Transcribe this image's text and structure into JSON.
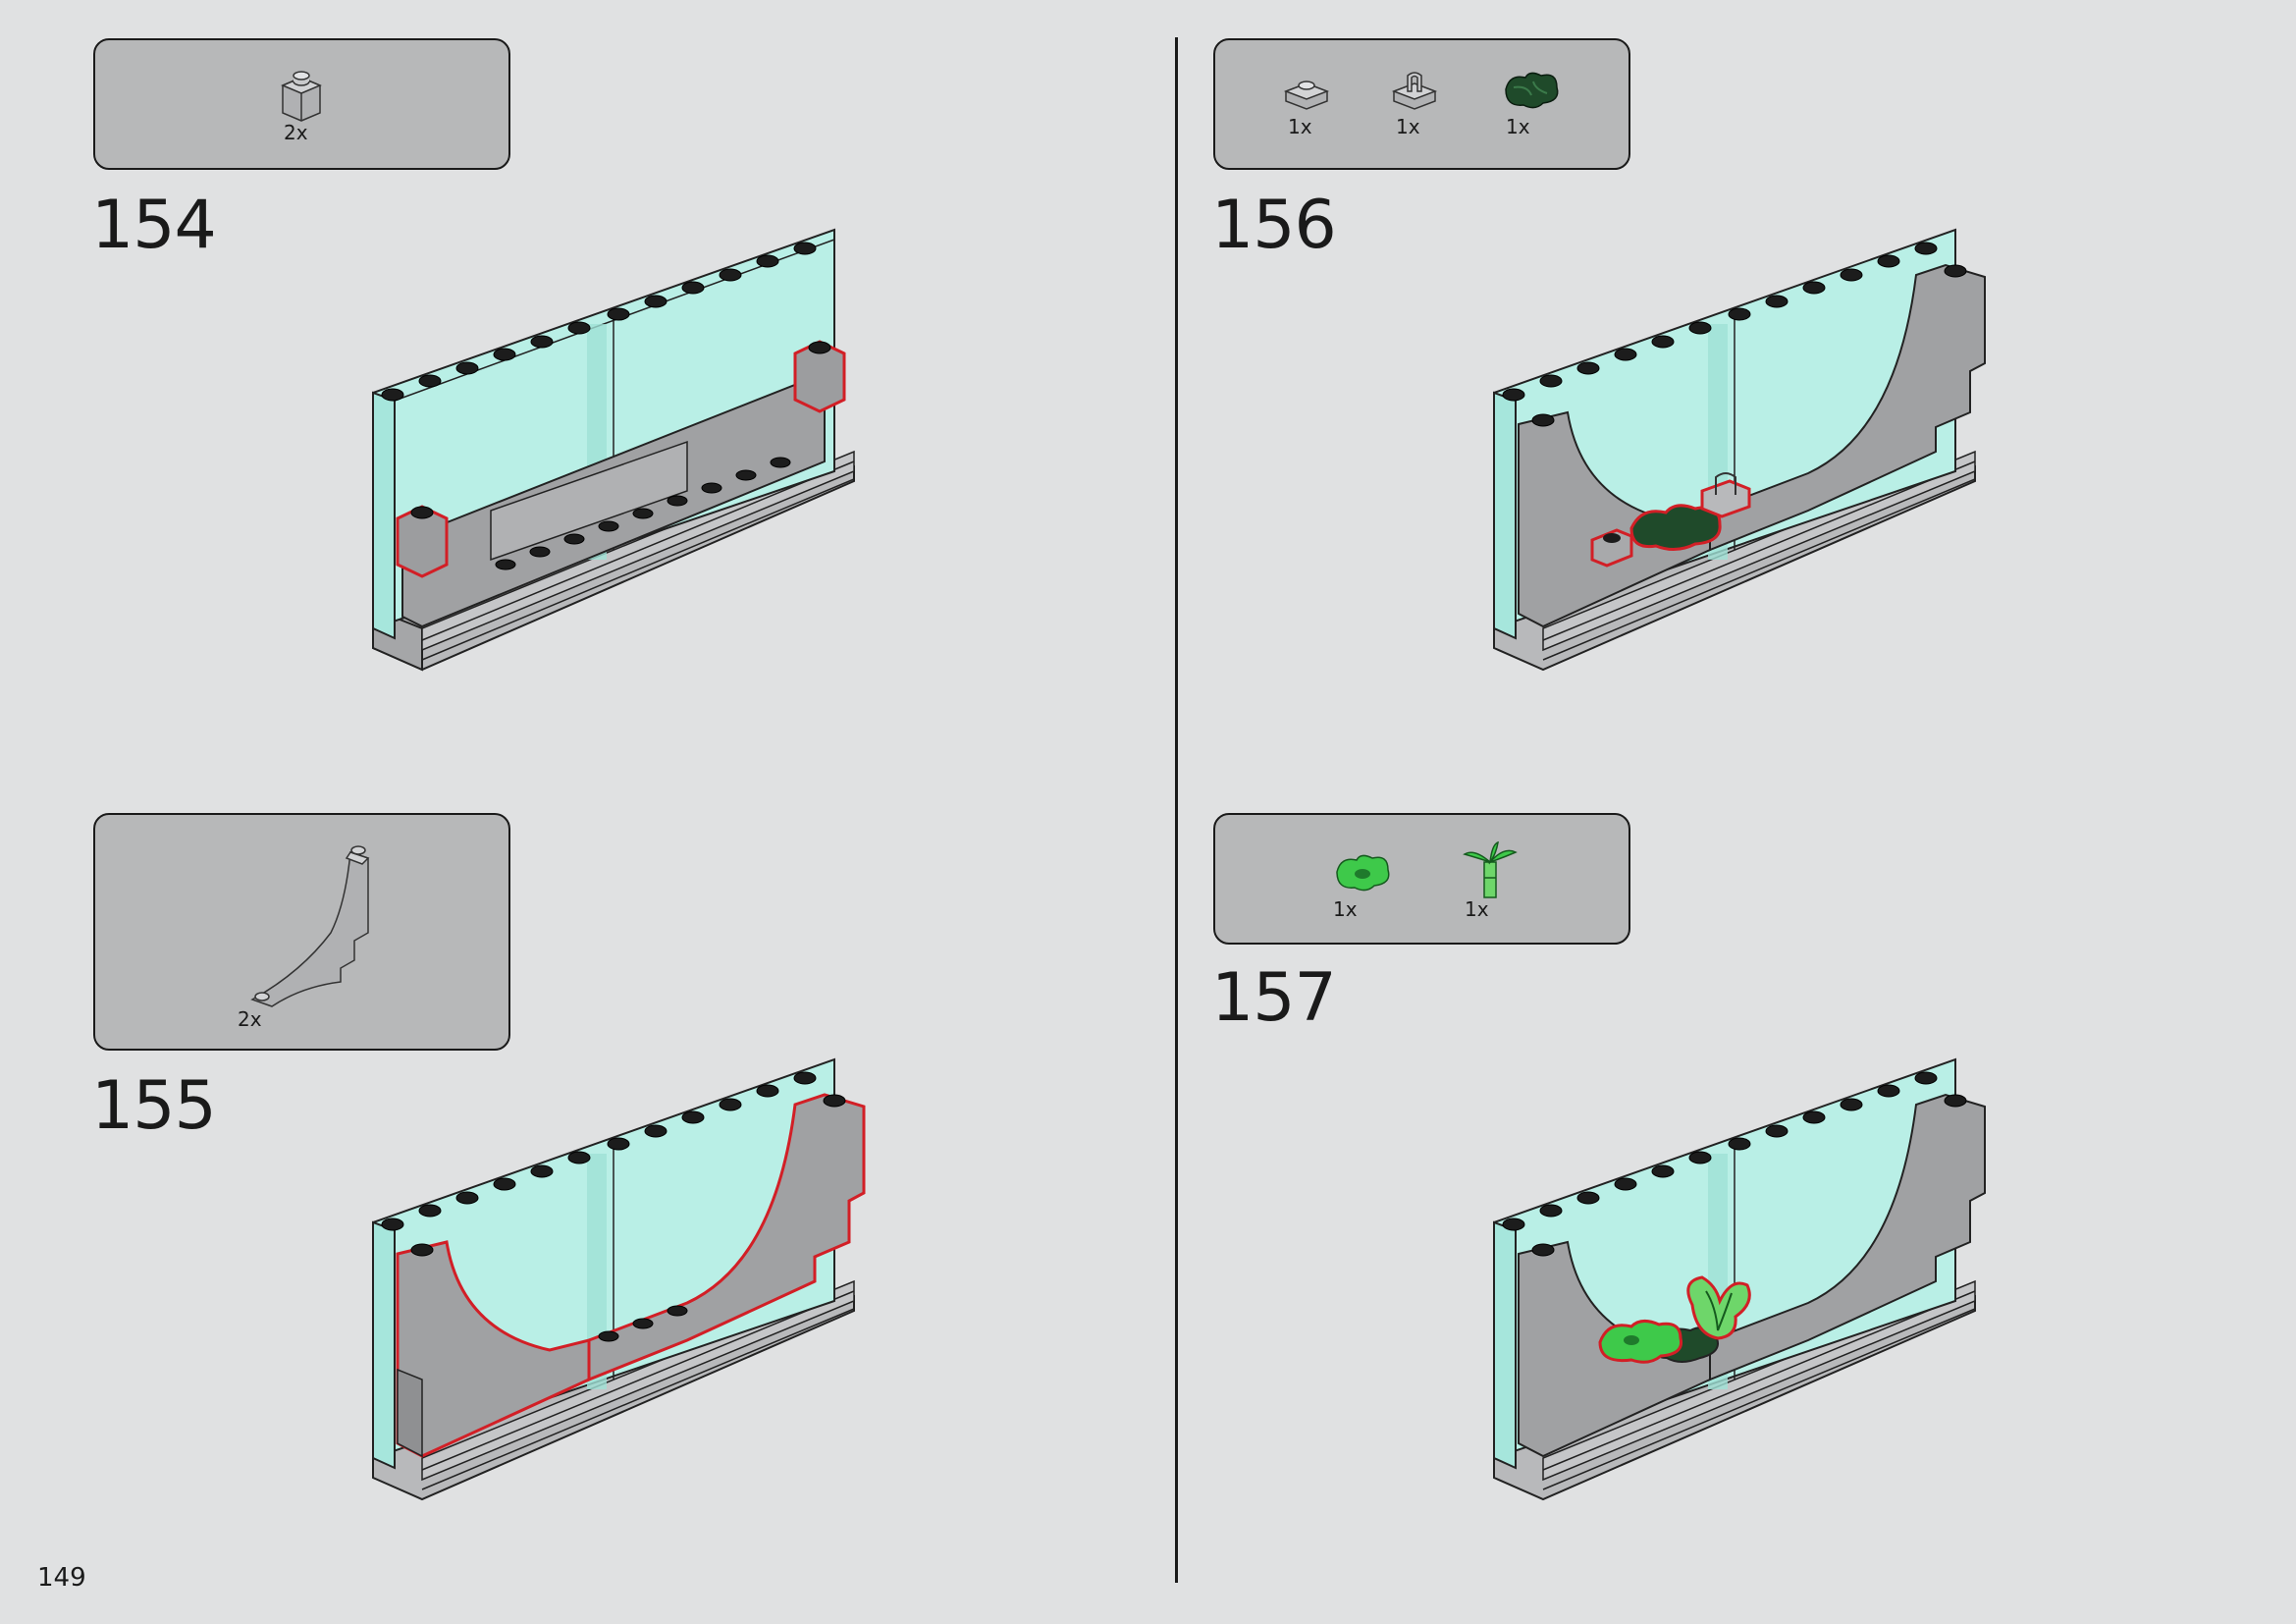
{
  "page_number": "149",
  "steps": [
    {
      "number": "154",
      "parts": [
        {
          "icon": "grey-brick-1x1-icon",
          "qty": "2x"
        }
      ]
    },
    {
      "number": "155",
      "parts": [
        {
          "icon": "grey-curved-arch-icon",
          "qty": "2x"
        }
      ]
    },
    {
      "number": "156",
      "parts": [
        {
          "icon": "grey-plate-1x1-icon",
          "qty": "1x"
        },
        {
          "icon": "grey-clip-plate-icon",
          "qty": "1x"
        },
        {
          "icon": "dark-green-leaf-icon",
          "qty": "1x"
        }
      ]
    },
    {
      "number": "157",
      "parts": [
        {
          "icon": "bright-green-leaf-icon",
          "qty": "1x"
        },
        {
          "icon": "bright-green-bamboo-icon",
          "qty": "1x"
        }
      ]
    }
  ],
  "colors": {
    "background": "#e0e1e2",
    "callout": "#b7b8b9",
    "highlight": "#d21f26",
    "transparent_panel": "#b9efe6",
    "brick_grey": "#a0a1a3",
    "stud_black": "#1c1c1c",
    "dark_green": "#1f4a2a",
    "bright_green": "#3ec94a"
  }
}
